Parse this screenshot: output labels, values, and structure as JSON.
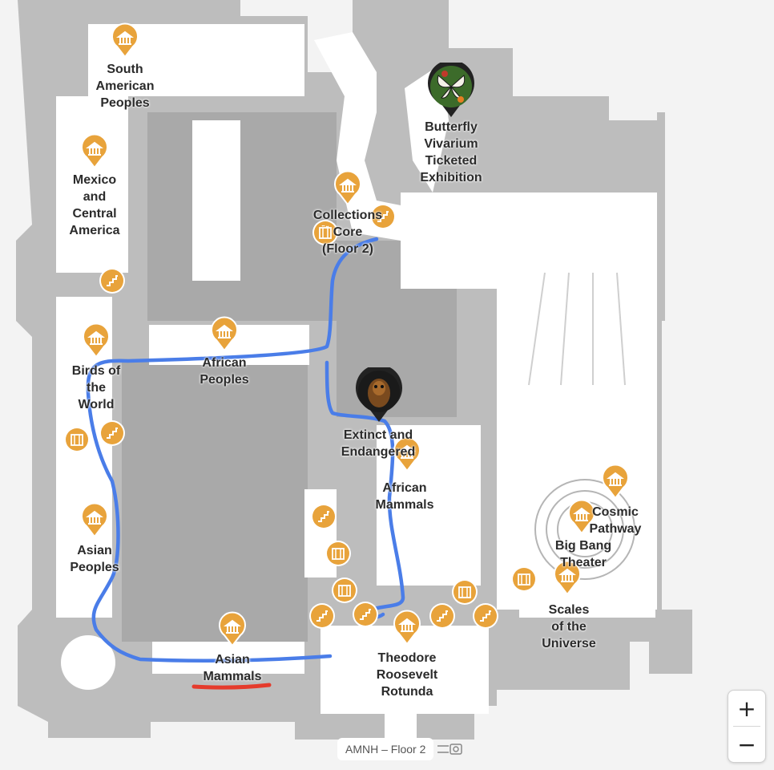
{
  "map": {
    "floor_label": "AMNH – Floor 2",
    "accent_color": "#e8a33b",
    "route_color": "#4a7de8",
    "highlight_color": "#e53b2c"
  },
  "halls": [
    {
      "id": "south-american-peoples",
      "label": "South\nAmerican\nPeoples"
    },
    {
      "id": "mexico-central-america",
      "label": "Mexico\nand\nCentral\nAmerica"
    },
    {
      "id": "butterfly-vivarium",
      "label": "Butterfly\nVivarium\nTicketed\nExhibition"
    },
    {
      "id": "collections-core",
      "label": "Collections\nCore\n(Floor 2)"
    },
    {
      "id": "birds-of-the-world",
      "label": "Birds of\nthe\nWorld"
    },
    {
      "id": "african-peoples",
      "label": "African\nPeoples"
    },
    {
      "id": "extinct-endangered",
      "label": "Extinct and\nEndangered"
    },
    {
      "id": "african-mammals",
      "label": "African\nMammals"
    },
    {
      "id": "cosmic-pathway",
      "label": "Cosmic\nPathway"
    },
    {
      "id": "big-bang-theater",
      "label": "Big Bang\nTheater"
    },
    {
      "id": "asian-peoples",
      "label": "Asian\nPeoples"
    },
    {
      "id": "scales-universe",
      "label": "Scales\nof the\nUniverse"
    },
    {
      "id": "asian-mammals",
      "label": "Asian\nMammals"
    },
    {
      "id": "roosevelt-rotunda",
      "label": "Theodore\nRoosevelt\nRotunda"
    }
  ],
  "icons": {
    "hall_pin": "museum-pin-icon",
    "stairs": "stairs-icon",
    "elevator": "elevator-icon",
    "butterfly_photo": "butterfly-photo-icon",
    "extinct_photo": "extinct-animal-photo-icon"
  },
  "zoom": {
    "in_label": "+",
    "out_label": "−"
  }
}
